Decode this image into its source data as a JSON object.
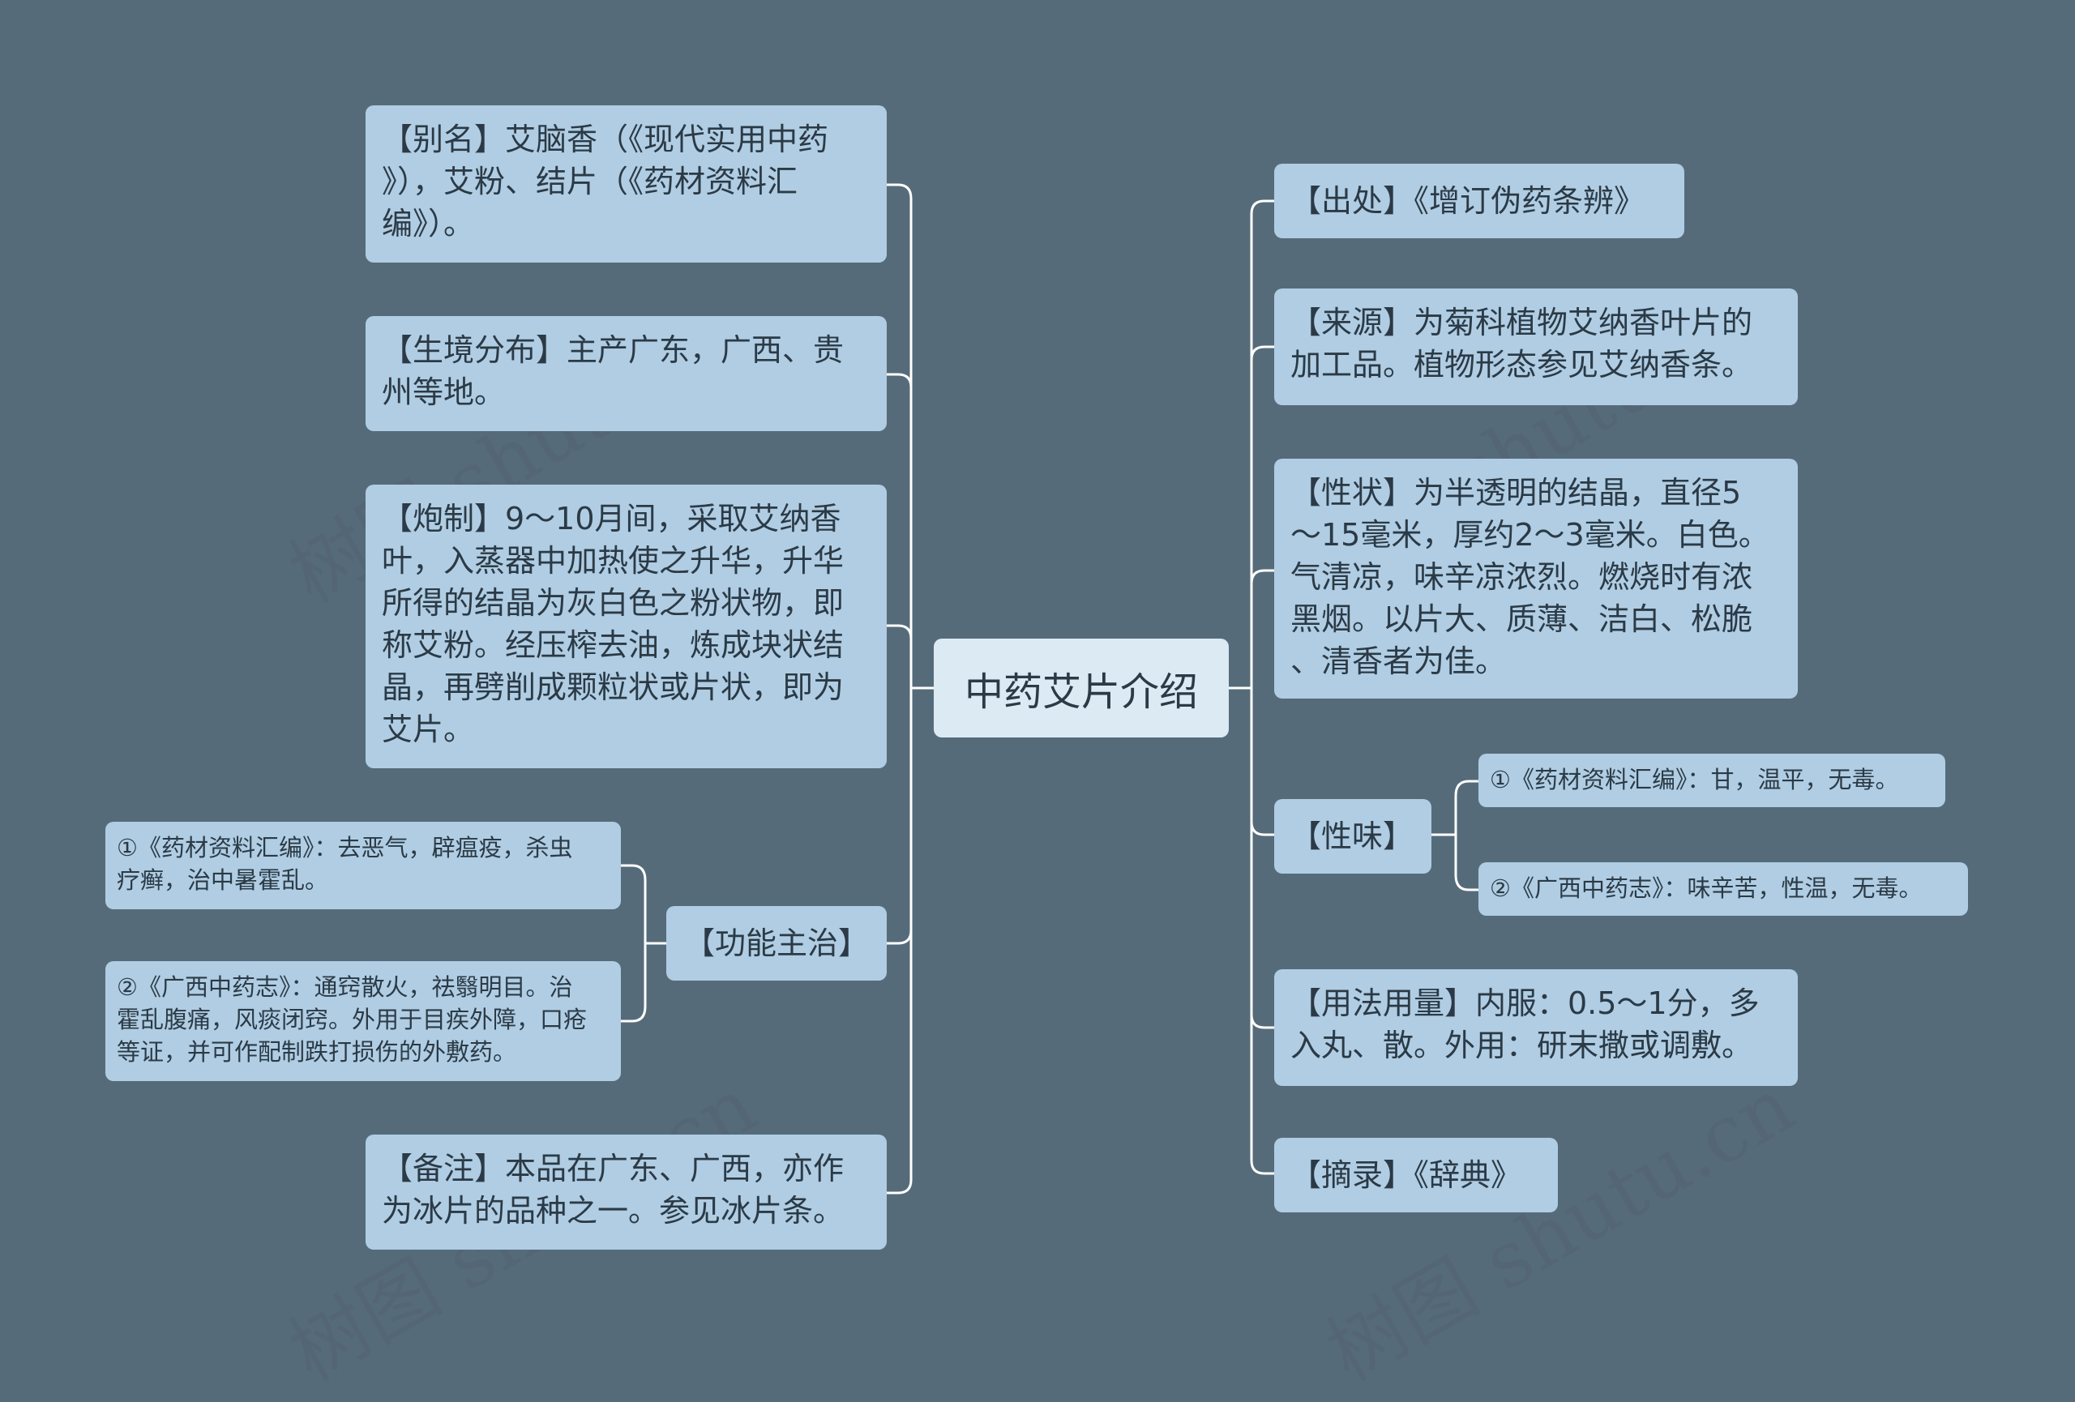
{
  "root": {
    "title": "中药艾片介绍"
  },
  "left": {
    "alias": "【别名】艾脑香（《现代实用中药\n》），艾粉、结片（《药材资料汇\n编》）。",
    "habitat": "【生境分布】主产广东，广西、贵\n州等地。",
    "processing": "【炮制】9～10月间，采取艾纳香\n叶，入蒸器中加热使之升华，升华\n所得的结晶为灰白色之粉状物，即\n称艾粉。经压榨去油，炼成块状结\n晶，再劈削成颗粒状或片状，即为\n艾片。",
    "function": {
      "label": "【功能主治】",
      "items": [
        "①《药材资料汇编》：去恶气，辟瘟疫，杀虫\n疗癣，治中暑霍乱。",
        "②《广西中药志》：通窍散火，祛翳明目。治\n霍乱腹痛，风痰闭窍。外用于目疾外障，口疮\n等证，并可作配制跌打损伤的外敷药。"
      ]
    },
    "note": "【备注】本品在广东、广西，亦作\n为冰片的品种之一。参见冰片条。"
  },
  "right": {
    "source": "【出处】《增订伪药条辨》",
    "origin": "【来源】为菊科植物艾纳香叶片的\n加工品。植物形态参见艾纳香条。",
    "properties": "【性状】为半透明的结晶，直径5\n～15毫米，厚约2～3毫米。白色。\n气清凉，味辛凉浓烈。燃烧时有浓\n黑烟。以片大、质薄、洁白、松脆\n、清香者为佳。",
    "taste": {
      "label": "【性味】",
      "items": [
        "①《药材资料汇编》：甘，温平，无毒。",
        "②《广西中药志》：味辛苦，性温，无毒。"
      ]
    },
    "usage": "【用法用量】内服：0.5～1分，多\n入丸、散。外用：研末撒或调敷。",
    "excerpt": "【摘录】《辞典》"
  },
  "watermarks": [
    "树图 shutu.cn",
    "树图 shutu.cn",
    "树图 shutu.cn",
    "树图 shutu.cn"
  ],
  "colors": {
    "background": "#566b7a",
    "node": "#b0cde3",
    "root": "#dceaf4",
    "line": "#ffffff"
  }
}
